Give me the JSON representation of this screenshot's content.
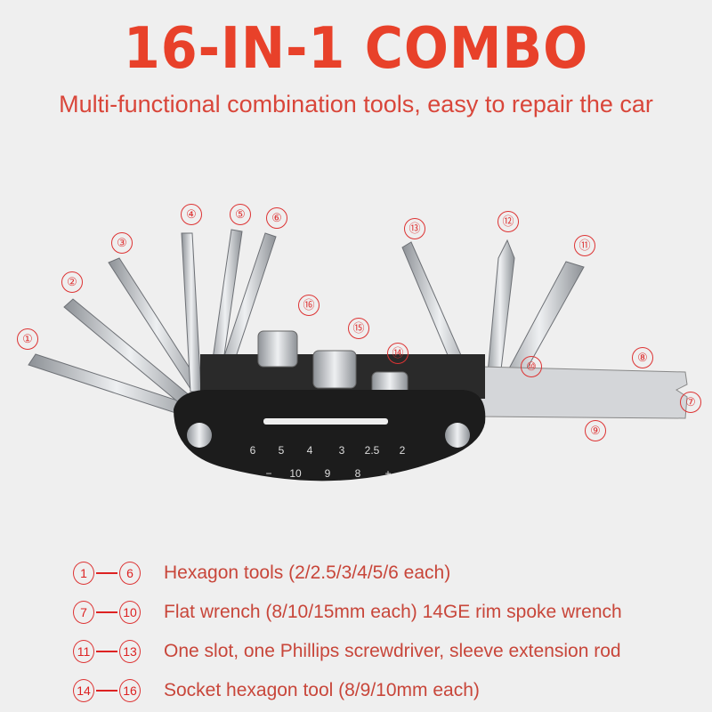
{
  "header": {
    "title": "16-IN-1 COMBO",
    "subtitle": "Multi-functional combination tools, easy to repair the car"
  },
  "callouts": [
    "①",
    "②",
    "③",
    "④",
    "⑤",
    "⑥",
    "⑦",
    "⑧",
    "⑨",
    "⑩",
    "⑪",
    "⑫",
    "⑬",
    "⑭",
    "⑮",
    "⑯"
  ],
  "body_markings": {
    "top": [
      "6",
      "5",
      "4",
      "3",
      "2.5",
      "2"
    ],
    "bottom": [
      "−",
      "10",
      "9",
      "8",
      "+"
    ]
  },
  "legend": [
    {
      "from": "1",
      "to": "6",
      "text": "Hexagon tools (2/2.5/3/4/5/6 each)"
    },
    {
      "from": "7",
      "to": "10",
      "text": "Flat wrench (8/10/15mm each) 14GE rim spoke wrench"
    },
    {
      "from": "11",
      "to": "13",
      "text": "One slot, one Phillips screwdriver, sleeve extension rod"
    },
    {
      "from": "14",
      "to": "16",
      "text": "Socket hexagon tool (8/9/10mm each)"
    }
  ],
  "colors": {
    "title": "#e8412a",
    "text": "#c8463a",
    "callout": "#dd3333",
    "body": "#1c1c1c",
    "metal": "#c9ccd0"
  }
}
